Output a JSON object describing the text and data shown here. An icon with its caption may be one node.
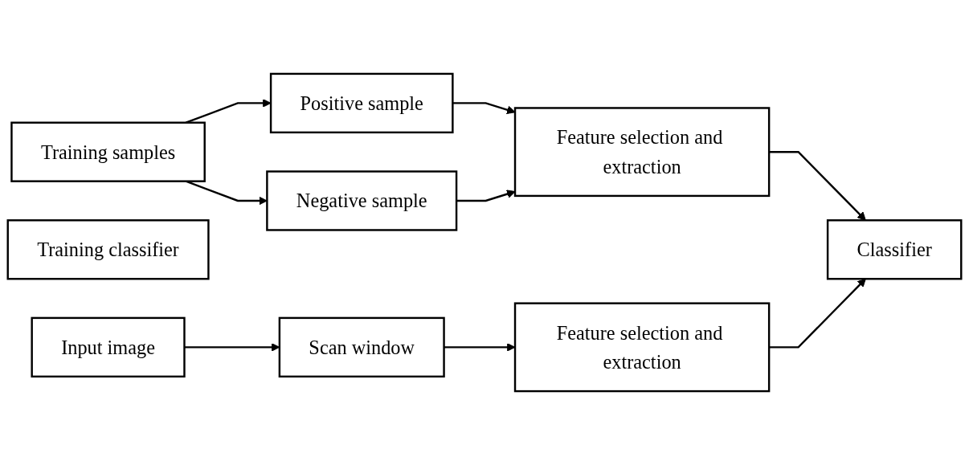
{
  "diagram": {
    "nodes": [
      {
        "text": [
          "Training samples"
        ]
      },
      {
        "text": [
          "Positive sample"
        ]
      },
      {
        "text": [
          "Negative sample"
        ]
      },
      {
        "text": [
          "Feature selection and extraction"
        ]
      },
      {
        "text": [
          "Training classifier"
        ]
      },
      {
        "text": [
          "Input image"
        ]
      },
      {
        "text": [
          "Scan window"
        ]
      },
      {
        "text": [
          "Feature selection and extraction"
        ]
      },
      {
        "text": [
          "Classifier"
        ]
      }
    ],
    "edges": [
      {
        "from": 0,
        "to": 1,
        "arrow": "to"
      },
      {
        "from": 0,
        "to": 2,
        "arrow": "to"
      },
      {
        "from": 1,
        "to": 3,
        "arrow": "to"
      },
      {
        "from": 2,
        "to": 3,
        "arrow": "to"
      },
      {
        "from": 3,
        "to": 8,
        "arrow": "to"
      },
      {
        "from": 5,
        "to": 6,
        "arrow": "to"
      },
      {
        "from": 6,
        "to": 7,
        "arrow": "to"
      },
      {
        "from": 7,
        "to": 8,
        "arrow": "to"
      }
    ]
  }
}
